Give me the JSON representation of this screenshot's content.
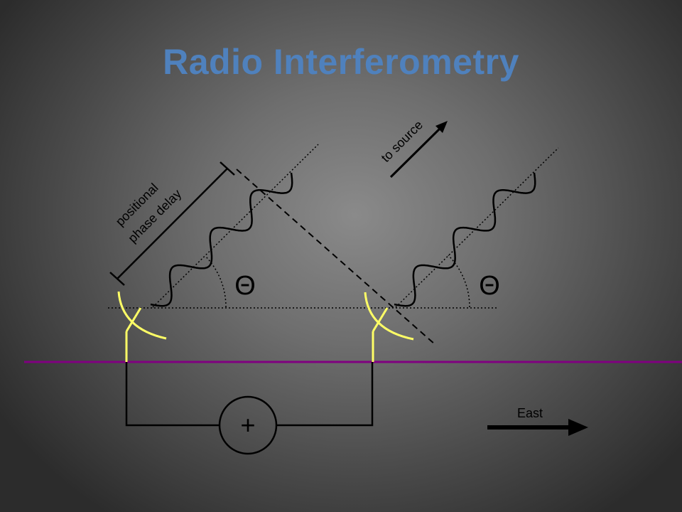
{
  "title": "Radio Interferometry",
  "labels": {
    "delay_line1": "positional",
    "delay_line2": "phase delay",
    "to_source": "to source",
    "theta_left": "Θ",
    "theta_right": "Θ",
    "combiner": "+",
    "east": "East"
  },
  "colors": {
    "title": "#4f81bd",
    "antenna": "#ffff66",
    "ground": "#800080",
    "ink": "#000000"
  }
}
